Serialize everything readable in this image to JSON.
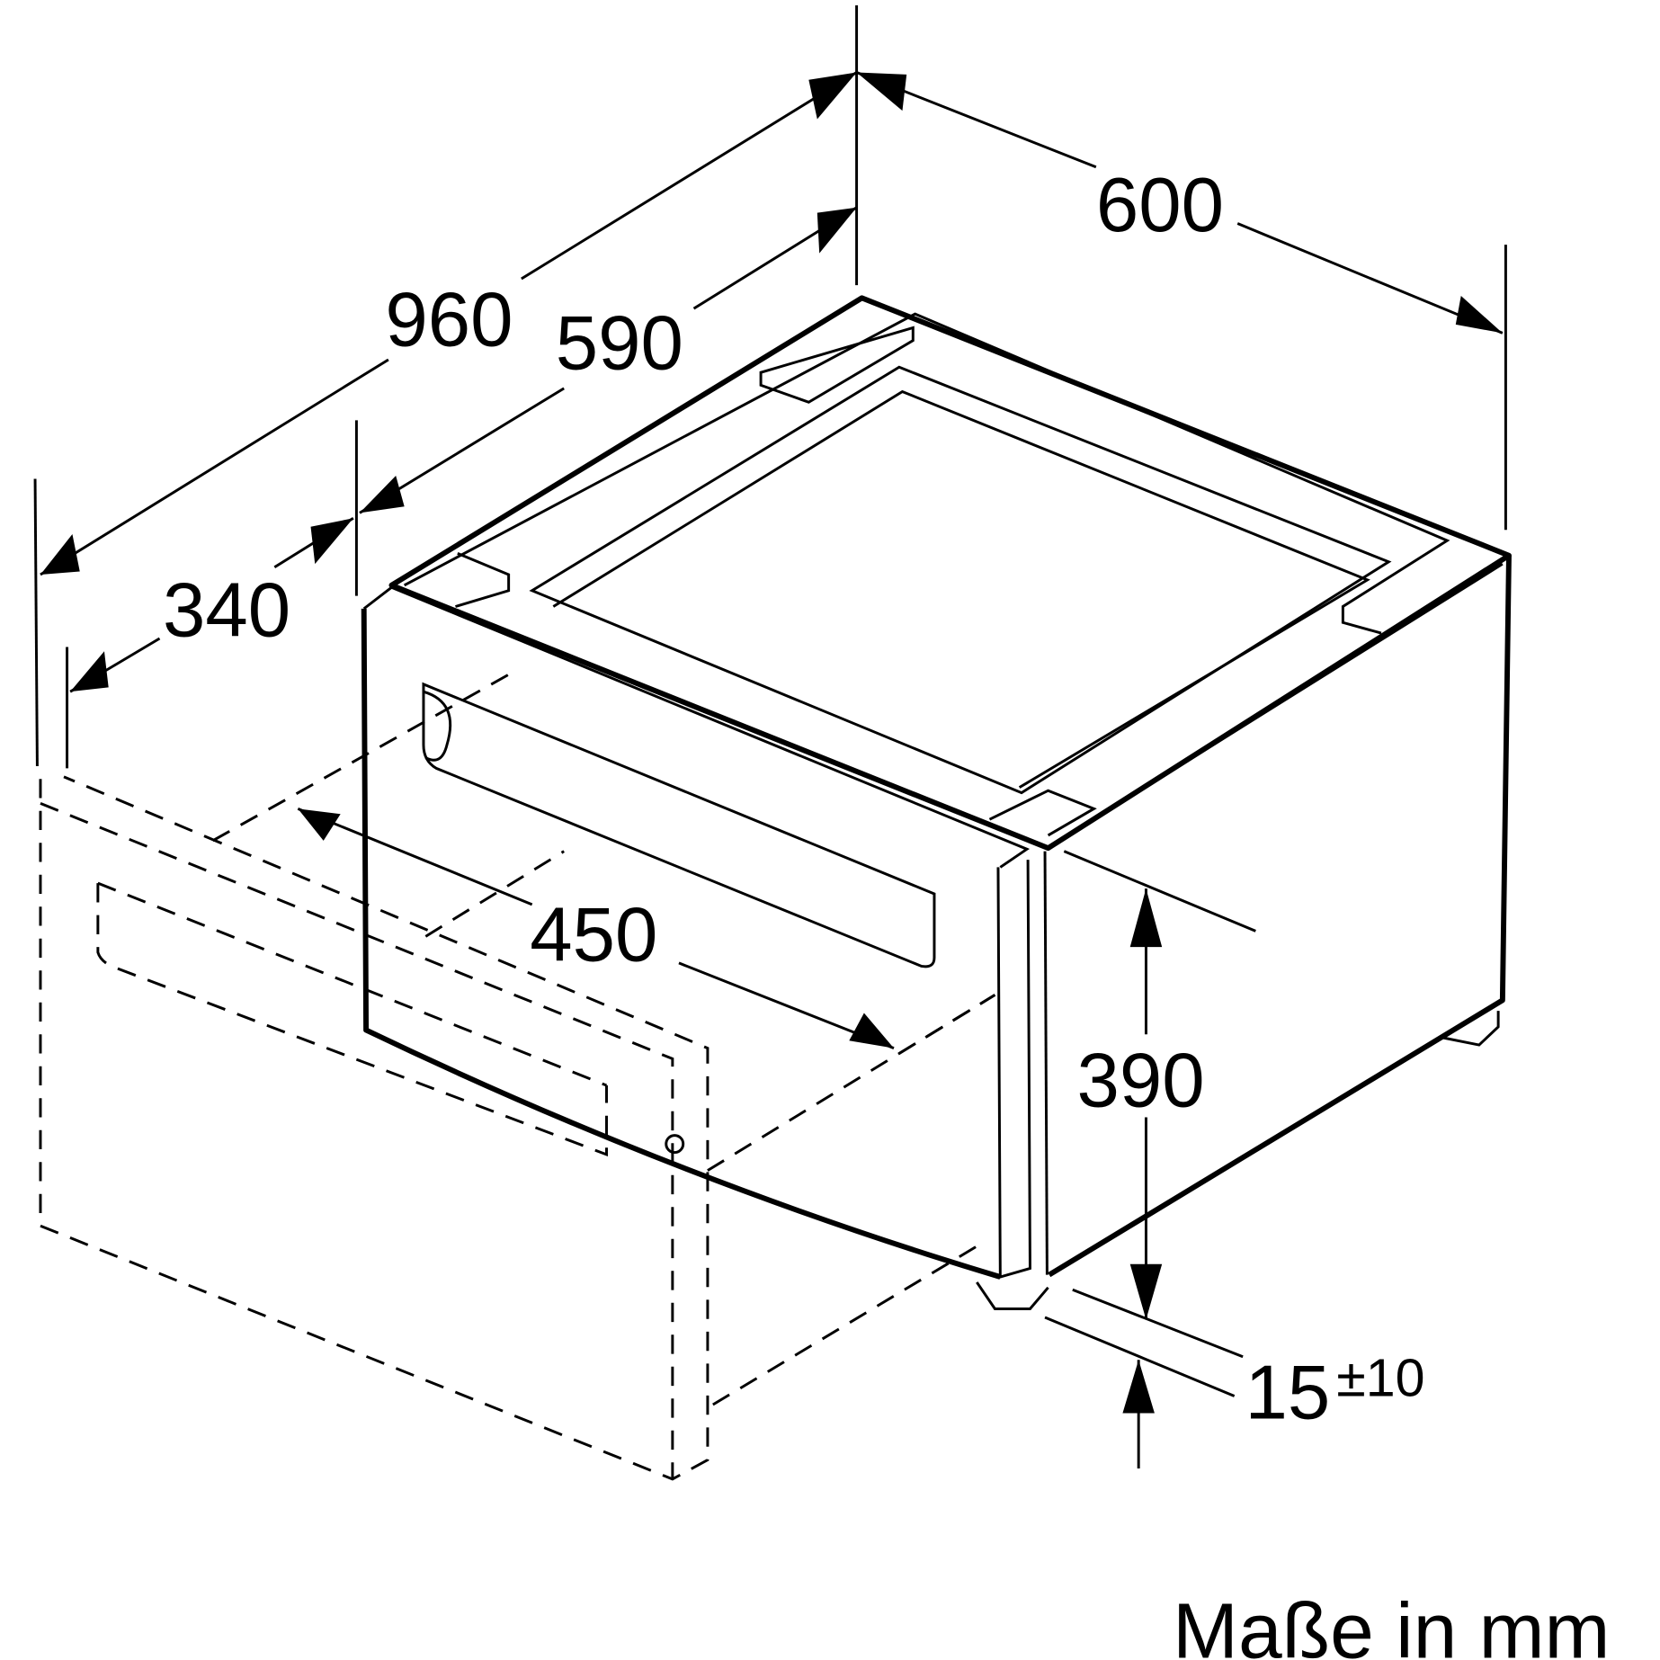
{
  "dimensions": {
    "width_overall": "600",
    "depth_extended": "960",
    "depth": "590",
    "drawer_extension": "340",
    "drawer_depth": "450",
    "height": "390",
    "foot_height": "15",
    "foot_tolerance": "±10"
  },
  "units_note": "Maße in mm"
}
